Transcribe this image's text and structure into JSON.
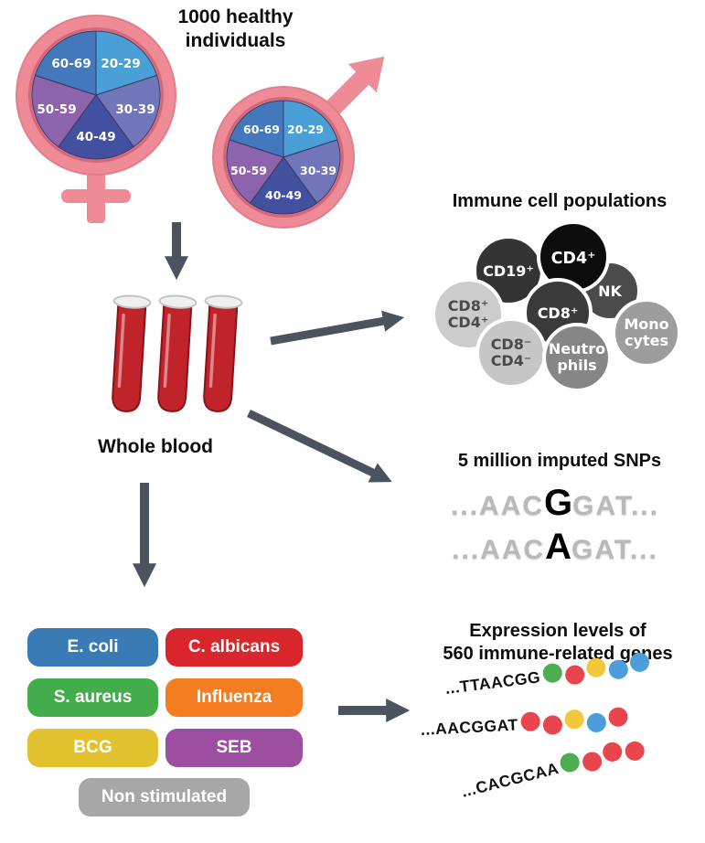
{
  "colors": {
    "arrow": "#4b545e",
    "symbol_pink": "#ee8b96"
  },
  "header": {
    "title": "1000 healthy individuals"
  },
  "demographics": {
    "age_groups": [
      "20-29",
      "30-39",
      "40-49",
      "50-59",
      "60-69"
    ],
    "pie_colors": [
      "#4a9fd6",
      "#7176ba",
      "#42509f",
      "#8c63ac",
      "#4478bd"
    ]
  },
  "blood": {
    "label": "Whole blood",
    "tube_color": "#c0242a"
  },
  "immune_cells": {
    "title": "Immune cell populations",
    "cells": [
      {
        "label": "CD19⁺",
        "bg": "#343434",
        "fg": "#ffffff"
      },
      {
        "label": "NK",
        "bg": "#4b4b4b",
        "fg": "#ffffff"
      },
      {
        "label": "CD4⁺",
        "bg": "#0c0c0c",
        "fg": "#ffffff"
      },
      {
        "line1": "CD8⁺",
        "line2": "CD4⁺",
        "bg": "#cccccc",
        "fg": "#4a4a4a"
      },
      {
        "line1": "Mono",
        "line2": "cytes",
        "bg": "#9d9d9d",
        "fg": "#ffffff"
      },
      {
        "label": "CD8⁺",
        "bg": "#3a3a3a",
        "fg": "#ffffff"
      },
      {
        "line1": "CD8⁻",
        "line2": "CD4⁻",
        "bg": "#c6c6c6",
        "fg": "#4a4a4a"
      },
      {
        "line1": "Neutro",
        "line2": "phils",
        "bg": "#868686",
        "fg": "#ffffff"
      }
    ]
  },
  "snps": {
    "title": "5 million imputed SNPs",
    "sequences": [
      {
        "pre": "...AAC",
        "variant": "G",
        "post": "GAT..."
      },
      {
        "pre": "...AAC",
        "variant": "A",
        "post": "GAT..."
      }
    ]
  },
  "stimulations": {
    "items": [
      {
        "label": "E. coli",
        "color": "#3a7bb6"
      },
      {
        "label": "C. albicans",
        "color": "#d9252c"
      },
      {
        "label": "S. aureus",
        "color": "#43ad4c"
      },
      {
        "label": "Influenza",
        "color": "#f47d21"
      },
      {
        "label": "BCG",
        "color": "#e2c32f"
      },
      {
        "label": "SEB",
        "color": "#9c4fa0"
      },
      {
        "label": "Non stimulated",
        "color": "#a7a7a7"
      }
    ]
  },
  "expression": {
    "title_line1": "Expression levels of",
    "title_line2": "560 immune-related genes",
    "rows": [
      {
        "sequence": "...TTAACGG",
        "beads": [
          "#4cae50",
          "#e9454e",
          "#f3c73b",
          "#4b9edb",
          "#4b9edb"
        ]
      },
      {
        "sequence": "...AACGGAT",
        "beads": [
          "#e9454e",
          "#e9454e",
          "#f3c73b",
          "#4b9edb",
          "#e9454e"
        ]
      },
      {
        "sequence": "...CACGCAA",
        "beads": [
          "#4cae50",
          "#e9454e",
          "#e9454e",
          "#e9454e"
        ]
      }
    ]
  }
}
